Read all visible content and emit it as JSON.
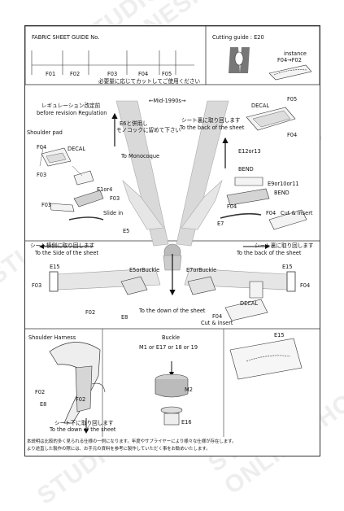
{
  "watermark": "STUDIO27 ONLINESHOP",
  "guide": {
    "title": "FABRIC SHEET GUIDE No.",
    "parts": [
      "F01",
      "F02",
      "F03",
      "F04",
      "F05"
    ],
    "note": "必要量に応じてカットしてご使用ください"
  },
  "cutting": {
    "title": "Cutting guide : E20",
    "instance": "instance",
    "instance_parts": "F04→F02"
  },
  "revision": {
    "jp": "レギュレーション改定前",
    "en": "before revision Regulation"
  },
  "mid": "←Mid-1990s→",
  "shoulder_pad": {
    "title": "Shoulder pad",
    "f04": "F04",
    "decal": "DECAL",
    "f03a": "F03",
    "e1or4": "E1or4",
    "f03b": "F03",
    "f03c": "F03",
    "slide_in": "Slide in",
    "e5": "E5",
    "e6_jp1": "E6と併用し",
    "e6_jp2": "モノコックに留めて下さい",
    "to_monocoque": "To Monocoque"
  },
  "right_top": {
    "jp": "シート裏に取り回します",
    "en": "To the back of the sheet",
    "decal": "DECAL",
    "f05": "F05",
    "f04": "F04",
    "e12or13": "E12or13",
    "bend1": "BEND",
    "bend2": "BEND",
    "e9or10or11": "E9or10or11",
    "f04b": "F04",
    "e7": "E7",
    "f04c": "F04",
    "cut_insert": "Cut & insert"
  },
  "middle": {
    "left_jp": "シート横側に取り回します",
    "left_en": "To the Side of the sheet",
    "right_jp": "シート裏に取り回します",
    "right_en": "To the back of the sheet",
    "e15a": "E15",
    "e15b": "E15",
    "f03": "F03",
    "f04": "F04",
    "e5orbuckle": "E5orBuckle",
    "e7orbuckle": "E7orBuckle",
    "f02": "F02",
    "e8": "E8",
    "down": "To the down of the sheet",
    "f04b": "F04",
    "cut_insert": "Cut & insert",
    "decal": "DECAL",
    "e15c": "E15"
  },
  "shoulder_harness": {
    "title": "Shoulder Harness",
    "f02a": "F02",
    "e8": "E8",
    "f02b": "F02",
    "jp": "シート下に取り回します",
    "en": "To the down of the sheet"
  },
  "buckle": {
    "title": "Buckle",
    "parts": "M1 or E17 or 18 or 19",
    "m2": "M2",
    "e16": "E16"
  },
  "footer": {
    "line1": "本説明は比較的多く見られる仕様の一例になります。年度やサプライヤーにより様々な仕様が存在します。",
    "line2": "より途直した製作の際には、お手元の資料を参考に製作していただく事をお勧めいたします。"
  }
}
